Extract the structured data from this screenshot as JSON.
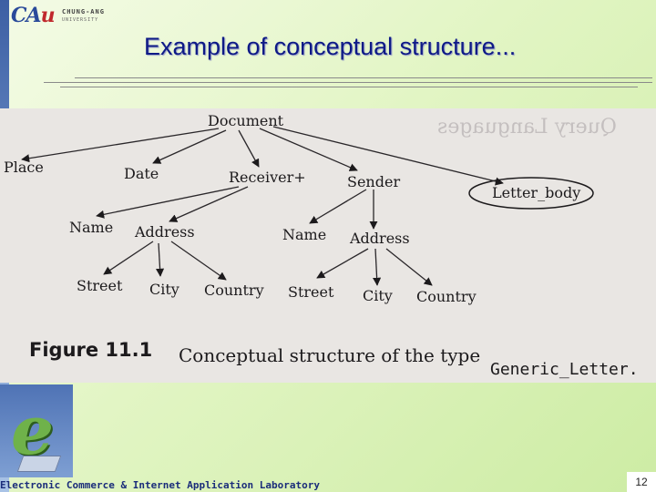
{
  "header": {
    "logo_mark_ca": "CA",
    "logo_mark_u": "u",
    "logo_name": "CHUNG-ANG",
    "logo_sub": "UNIVERSITY",
    "title": "Example of conceptual structure..."
  },
  "figure": {
    "nodes": {
      "document": "Document",
      "place": "Place",
      "date": "Date",
      "receiver": "Receiver+",
      "sender": "Sender",
      "letter_body": "Letter_body",
      "receiver_name": "Name",
      "receiver_address": "Address",
      "sender_name": "Name",
      "sender_address": "Address",
      "receiver_street": "Street",
      "receiver_city": "City",
      "receiver_country": "Country",
      "sender_street": "Street",
      "sender_city": "City",
      "sender_country": "Country"
    },
    "caption": {
      "figure_label": "Figure 11.1",
      "text": "Conceptual structure of the type",
      "code": "Generic_Letter."
    },
    "ghost_heading": "Query Languages"
  },
  "footer": {
    "lab_name": "Electronic Commerce & Internet Application Laboratory",
    "page_number": "12"
  },
  "colors": {
    "title": "#0e1a86",
    "footer_text": "#1a2c7a",
    "left_stripe": "#3d5fa3",
    "figure_bg": "#e9e6e3"
  }
}
